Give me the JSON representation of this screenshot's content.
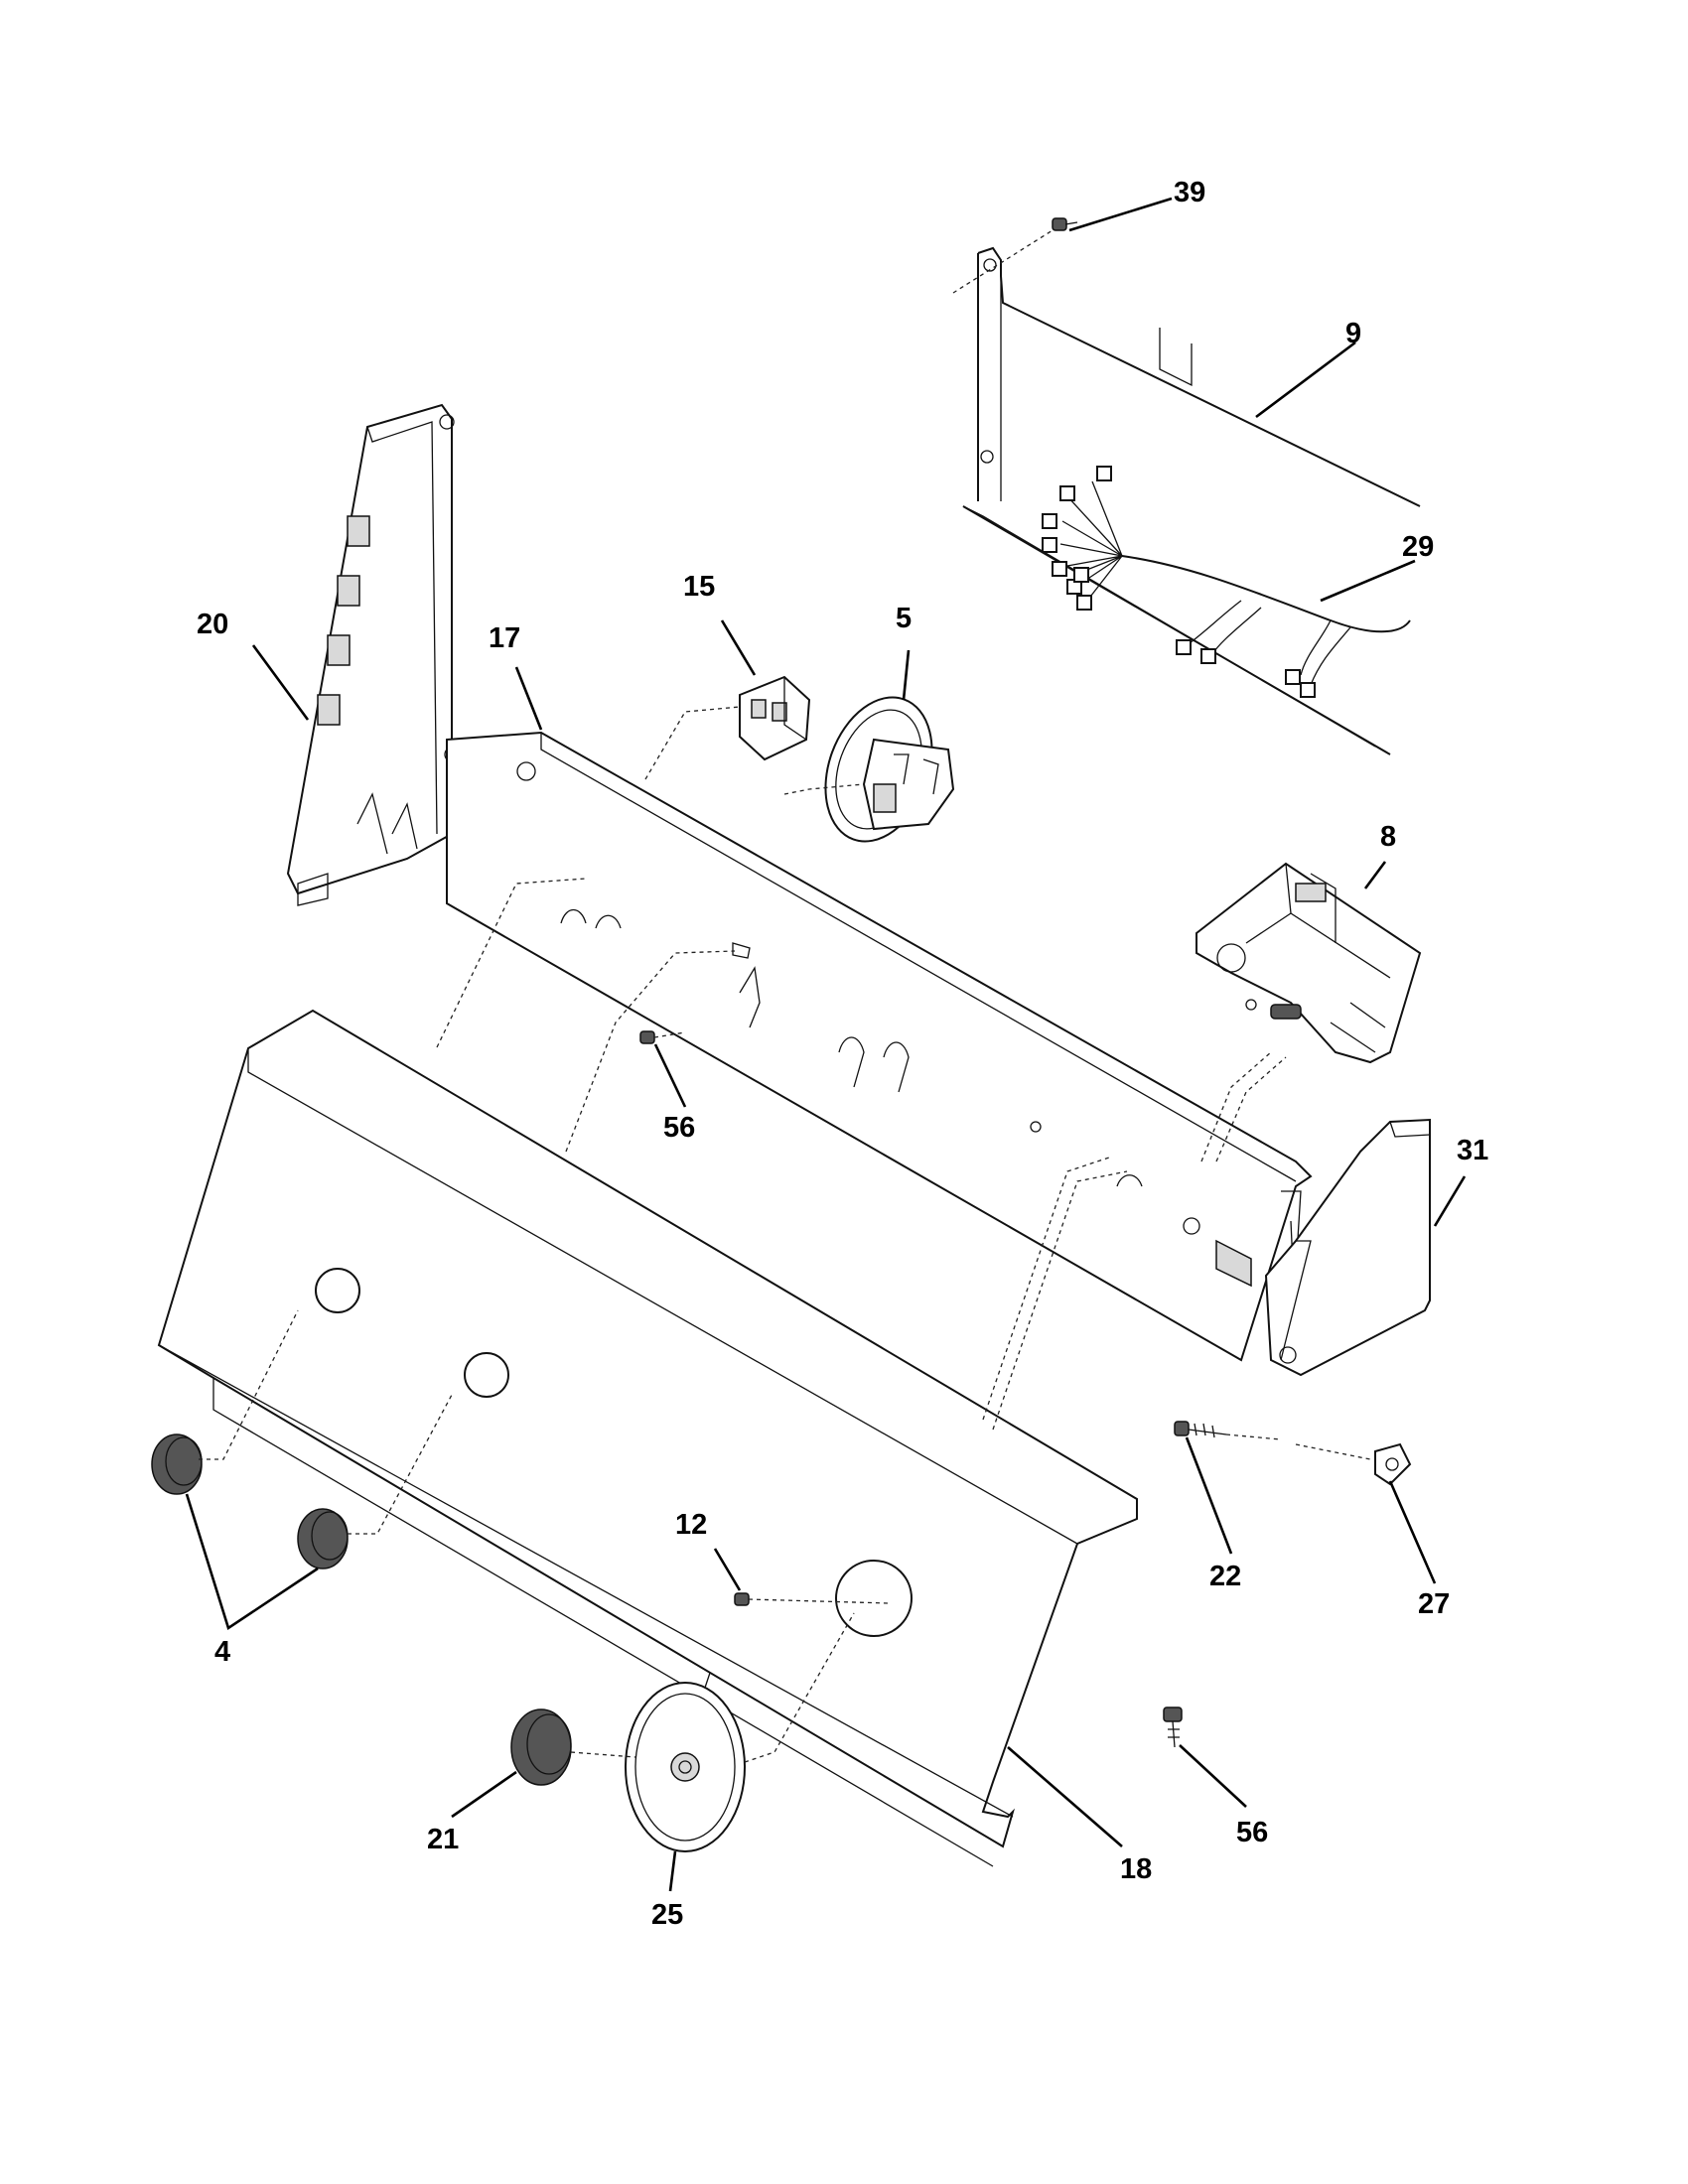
{
  "callouts": {
    "c39": "39",
    "c9": "9",
    "c29": "29",
    "c20": "20",
    "c17": "17",
    "c15": "15",
    "c5": "5",
    "c8": "8",
    "c56a": "56",
    "c31": "31",
    "c12": "12",
    "c22": "22",
    "c27": "27",
    "c4": "4",
    "c21": "21",
    "c25": "25",
    "c18": "18",
    "c56b": "56"
  }
}
